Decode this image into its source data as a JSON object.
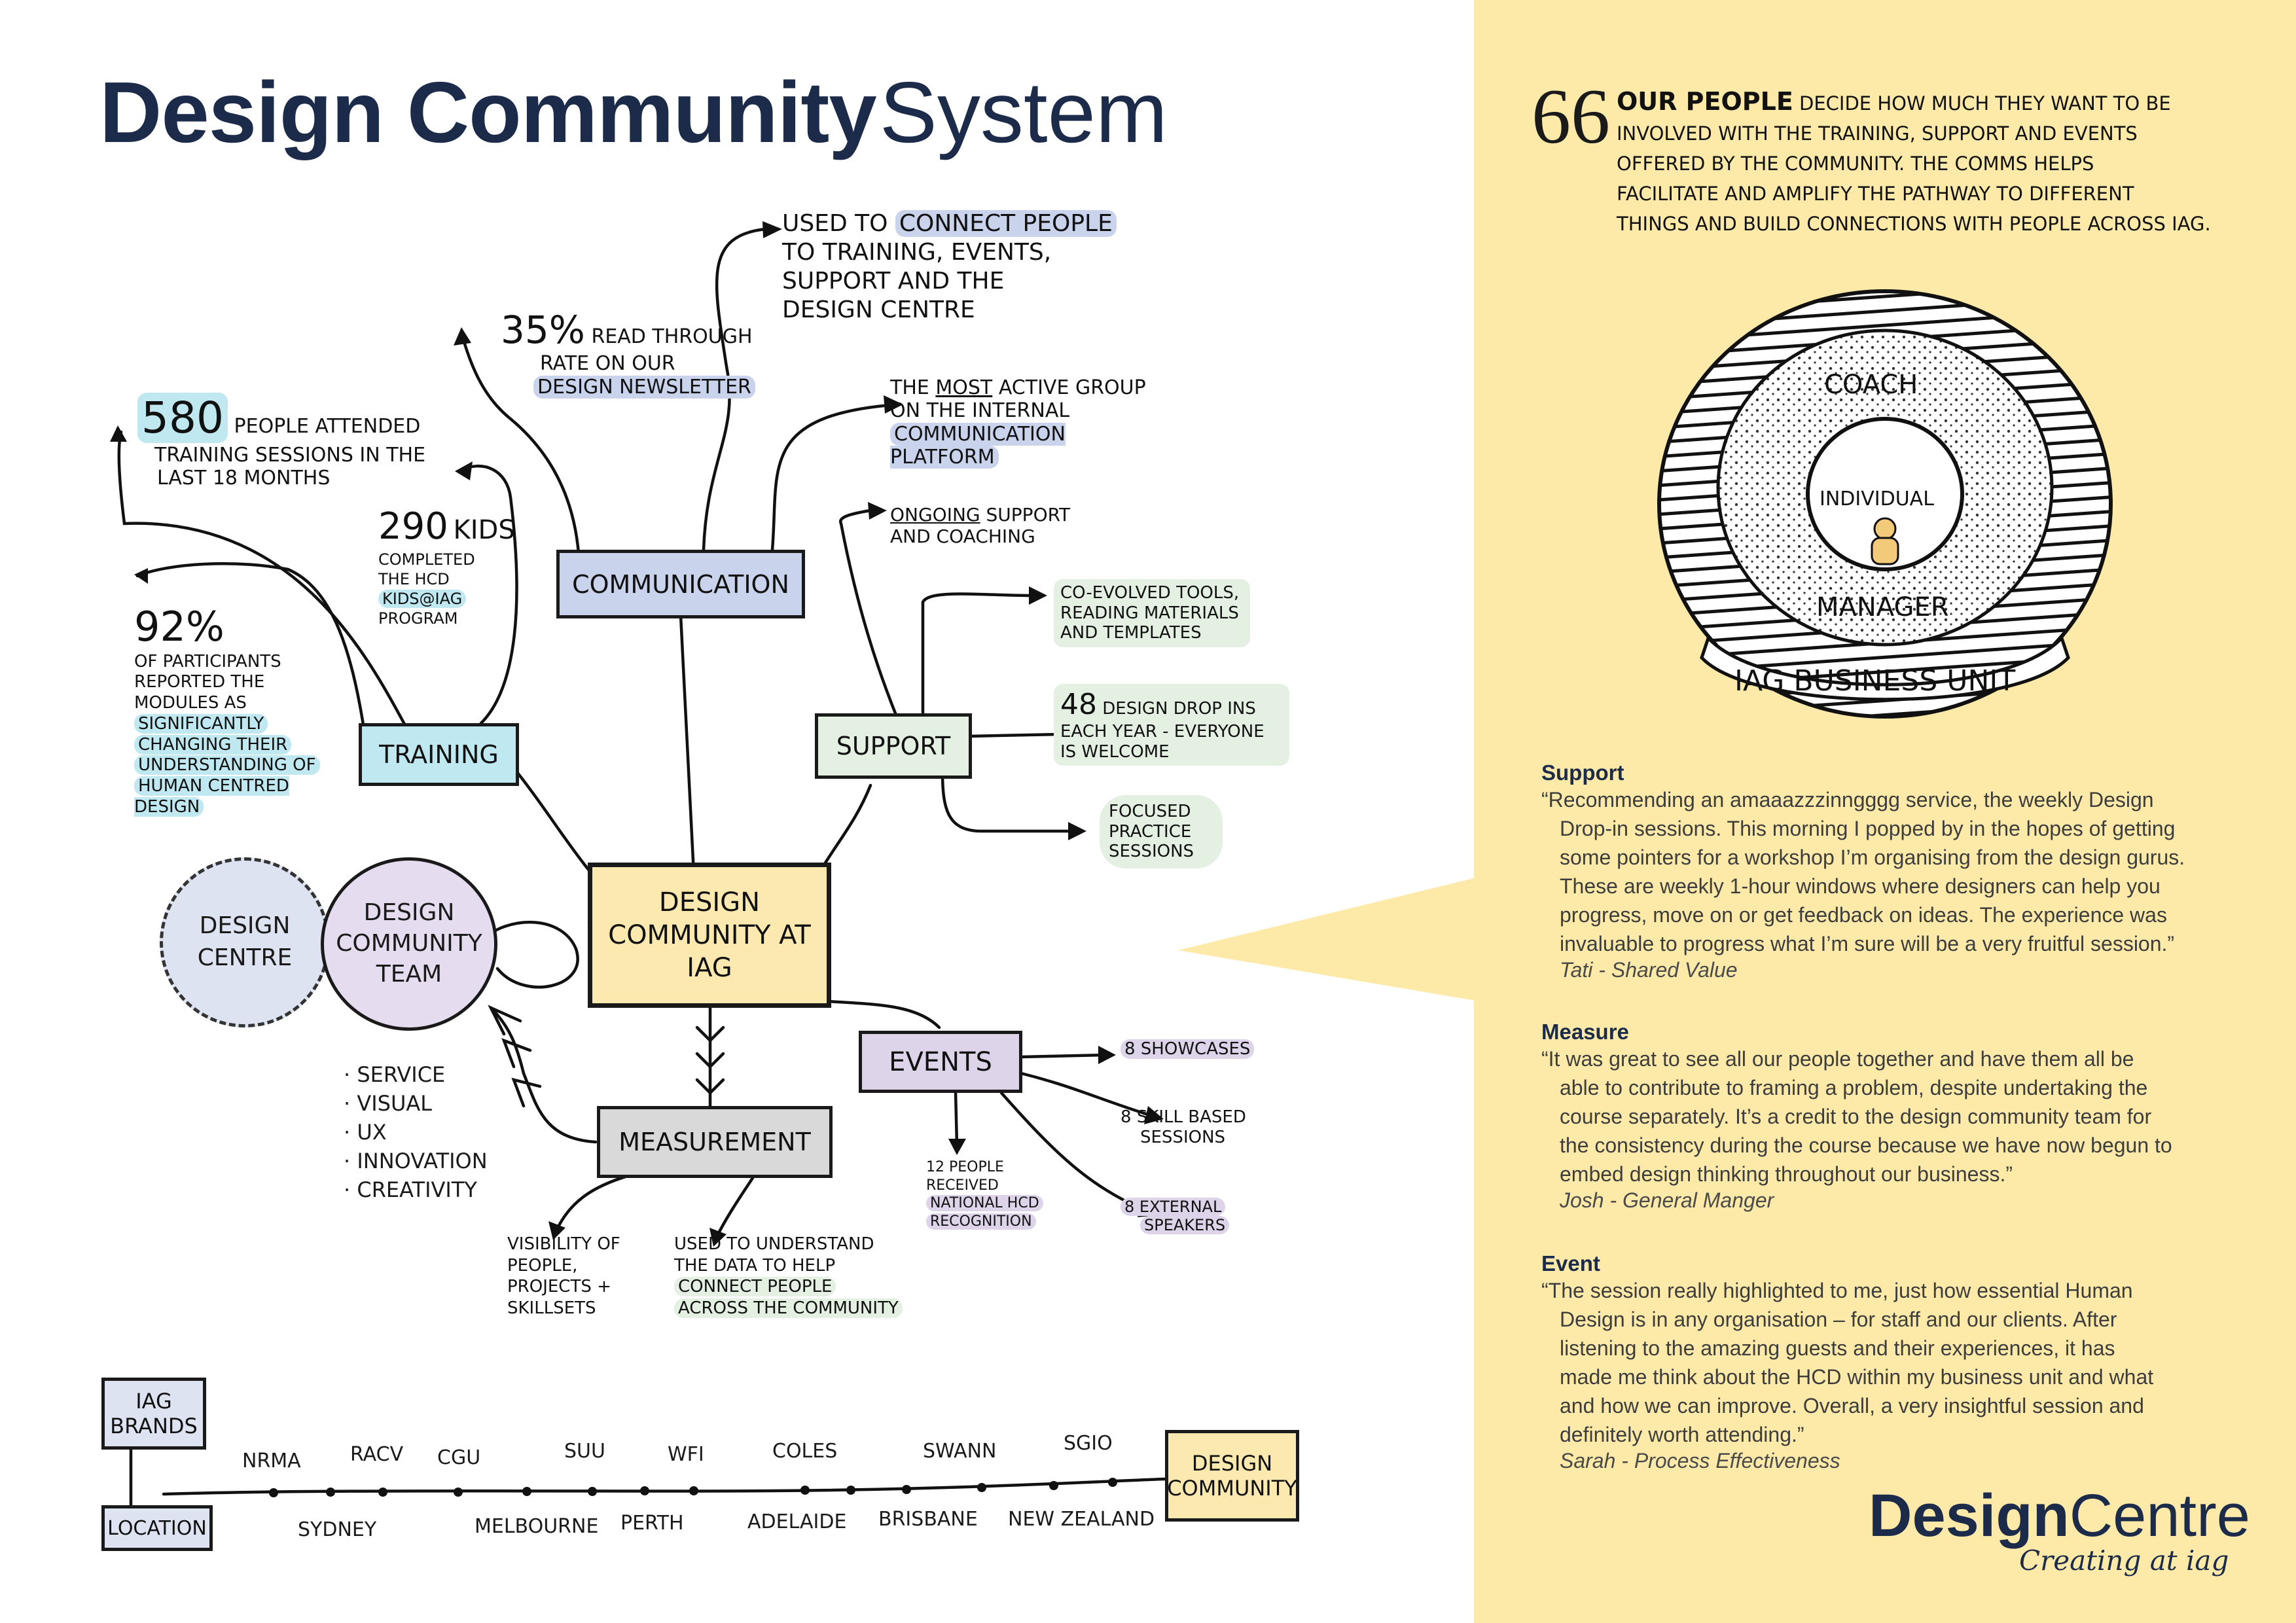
{
  "title": {
    "bold": "Design Community",
    "light": "System"
  },
  "hub": {
    "label": "Design Community at IAG"
  },
  "team": {
    "label": "Design Community Team",
    "centre": "Design Centre",
    "skills": [
      "Service",
      "Visual",
      "UX",
      "Innovation",
      "Creativity"
    ]
  },
  "communication": {
    "label": "Communication",
    "newsletter_stat": "35%",
    "newsletter_text_1": "Read through",
    "newsletter_text_2": "rate on our",
    "newsletter_text_3": "design newsletter",
    "connect_1": "Used to",
    "connect_2": "connect people",
    "connect_3": "to training, events,",
    "connect_4": "support and the",
    "connect_5": "design centre",
    "group_1a": "The",
    "group_1b": "most",
    "group_1c": "active group",
    "group_2a": "on the",
    "group_2b": "internal",
    "group_3": "communication platform"
  },
  "training": {
    "label": "Training",
    "attended_stat": "580",
    "attended_1": "people attended",
    "attended_2": "training sessions in the",
    "attended_3": "last 18 months",
    "kids_stat": "290",
    "kids_word": "kids",
    "kids_1": "completed",
    "kids_2": "the HCD",
    "kids_3": "kids@IAG",
    "kids_4": "program",
    "pct_stat": "92%",
    "pct_1": "of participants",
    "pct_2": "reported the",
    "pct_3": "modules as",
    "pct_4": "significantly",
    "pct_5": "changing their",
    "pct_6": "understanding of",
    "pct_7": "human centred design"
  },
  "support": {
    "label": "Support",
    "ongoing_1": "Ongoing",
    "ongoing_2": "support",
    "ongoing_3": "and coaching",
    "tools_1": "Co-evolved tools,",
    "tools_2": "reading materials",
    "tools_3": "and templates",
    "drop_stat": "48",
    "drop_1": "design drop ins",
    "drop_2": "each year - everyone",
    "drop_3": "is welcome",
    "focus_1": "Focused",
    "focus_2": "practice",
    "focus_3": "sessions"
  },
  "events": {
    "label": "Events",
    "showcases": "8 showcases",
    "skill_1": "8 skill based",
    "skill_2": "sessions",
    "speakers_1": "8 external",
    "speakers_2": "speakers",
    "recog_1": "12 people",
    "recog_2": "received",
    "recog_3": "national HCD",
    "recog_4": "recognition"
  },
  "measurement": {
    "label": "Measurement",
    "vis_1": "Visibility of",
    "vis_2": "people,",
    "vis_3": "projects +",
    "vis_4": "skillsets",
    "data_1": "Used to understand",
    "data_2": "the data to help",
    "data_3": "connect people",
    "data_4": "across the community"
  },
  "timeline": {
    "brands_label": "IAG Brands",
    "location_label": "Location",
    "end_label": "Design Community",
    "brands": [
      "NRMA",
      "RACV",
      "CGU",
      "SUU",
      "WFI",
      "Coles",
      "Swann",
      "SGIO"
    ],
    "locations": [
      "Sydney",
      "Melbourne",
      "Perth",
      "Adelaide",
      "Brisbane",
      "New Zealand"
    ]
  },
  "panel": {
    "quote_mark": "66",
    "intro_lead": "Our people",
    "intro_1": "decide how much they want to be",
    "intro_2": "involved with the training, support and events",
    "intro_3": "offered by the community. The comms helps",
    "intro_4": "facilitate and amplify the pathway to different",
    "intro_5": "things and build connections with people across IAG.",
    "rings": {
      "outer": "IAG Business Unit",
      "coach": "Coach",
      "manager": "Manager",
      "centre": "Individual"
    },
    "quotes": [
      {
        "heading": "Support",
        "lines": [
          "“Recommending an amaaazzzinngggg service, the weekly Design",
          "Drop-in sessions. This morning I popped by in the hopes of getting",
          "some pointers for a workshop I’m organising from the design gurus.",
          "These are weekly 1-hour windows where designers can help you",
          "progress, move on or get feedback on ideas. The experience was",
          "invaluable to progress what I’m sure will be a very fruitful session.”"
        ],
        "author": "Tati - Shared Value"
      },
      {
        "heading": "Measure",
        "lines": [
          "“It was great to see all our people together and have them all be",
          "able to contribute to framing a problem, despite undertaking the",
          "course separately. It’s a credit to the design community team for",
          "the consistency during the course because we have now begun to",
          "embed design thinking throughout our business.”"
        ],
        "author": "Josh - General Manger"
      },
      {
        "heading": "Event",
        "lines": [
          "“The session really highlighted to me, just how essential Human",
          "Design is in any organisation – for staff and our clients. After",
          "listening to the amazing guests and their experiences, it has",
          "made me think about the HCD within my business unit and what",
          "and how we can improve. Overall, a very insightful session and",
          "definitely worth attending.”"
        ],
        "author": "Sarah - Process Effectiveness"
      }
    ],
    "logo_bold": "Design",
    "logo_light": "Centre",
    "logo_tagline": "Creating at iag"
  },
  "colors": {
    "navy": "#1c2b4a",
    "panel_yellow": "#fde9a8",
    "hub_yellow": "#fbe9b0",
    "comm_blue": "#c9d3ec",
    "training_cyan": "#bfe8f0",
    "support_green": "#e3f0e2",
    "events_purple": "#ddd4ea",
    "measure_grey": "#d9d9d9"
  }
}
